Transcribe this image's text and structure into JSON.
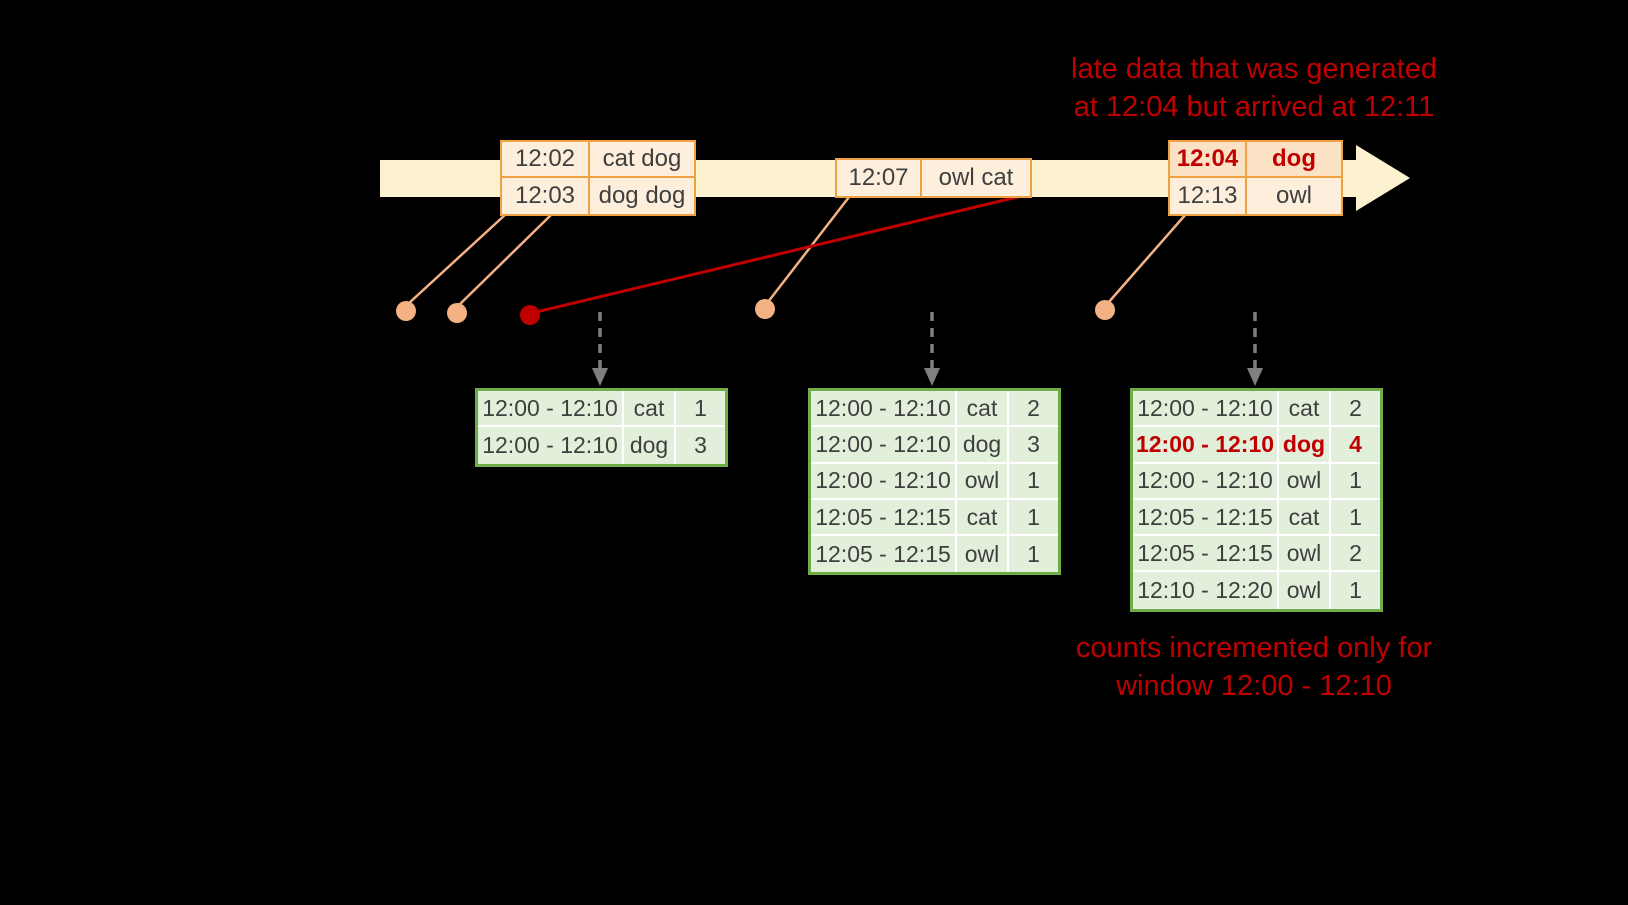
{
  "annotations": {
    "late_data": [
      "late data that was generated",
      "at 12:04 but arrived at 12:11"
    ],
    "counts_note": [
      "counts incremented only for",
      "window 12:00 - 12:10"
    ]
  },
  "event_boxes": [
    {
      "rows": [
        {
          "cells": [
            "12:02",
            "cat dog"
          ]
        },
        {
          "cells": [
            "12:03",
            "dog dog"
          ]
        }
      ]
    },
    {
      "rows": [
        {
          "cells": [
            "12:07",
            "owl cat"
          ]
        }
      ]
    },
    {
      "rows": [
        {
          "cells": [
            "12:04",
            "dog"
          ],
          "highlight": true
        },
        {
          "cells": [
            "12:13",
            "owl"
          ]
        }
      ]
    }
  ],
  "result_tables": [
    {
      "rows": [
        {
          "cells": [
            "12:00 - 12:10",
            "cat",
            "1"
          ]
        },
        {
          "cells": [
            "12:00 - 12:10",
            "dog",
            "3"
          ]
        }
      ]
    },
    {
      "rows": [
        {
          "cells": [
            "12:00 - 12:10",
            "cat",
            "2"
          ]
        },
        {
          "cells": [
            "12:00 - 12:10",
            "dog",
            "3"
          ]
        },
        {
          "cells": [
            "12:00 - 12:10",
            "owl",
            "1"
          ]
        },
        {
          "cells": [
            "12:05 - 12:15",
            "cat",
            "1"
          ]
        },
        {
          "cells": [
            "12:05 - 12:15",
            "owl",
            "1"
          ]
        }
      ]
    },
    {
      "rows": [
        {
          "cells": [
            "12:00 - 12:10",
            "cat",
            "2"
          ]
        },
        {
          "cells": [
            "12:00 - 12:10",
            "dog",
            "4"
          ],
          "highlight": true
        },
        {
          "cells": [
            "12:00 - 12:10",
            "owl",
            "1"
          ]
        },
        {
          "cells": [
            "12:05 - 12:15",
            "cat",
            "1"
          ]
        },
        {
          "cells": [
            "12:05 - 12:15",
            "owl",
            "2"
          ]
        },
        {
          "cells": [
            "12:10 - 12:20",
            "owl",
            "1"
          ]
        }
      ]
    }
  ],
  "colors": {
    "background": "#000000",
    "timeline": "#fcf2d0",
    "event_fill": "#fdefdb",
    "event_fill_late": "#fbe2c5",
    "event_border": "#efa143",
    "table_fill": "#e2efda",
    "table_border": "#70ad47",
    "connector": "#f4b183",
    "late_red": "#c00000",
    "arrow_gray": "#7f7f7f",
    "text": "#3f3f3f"
  }
}
